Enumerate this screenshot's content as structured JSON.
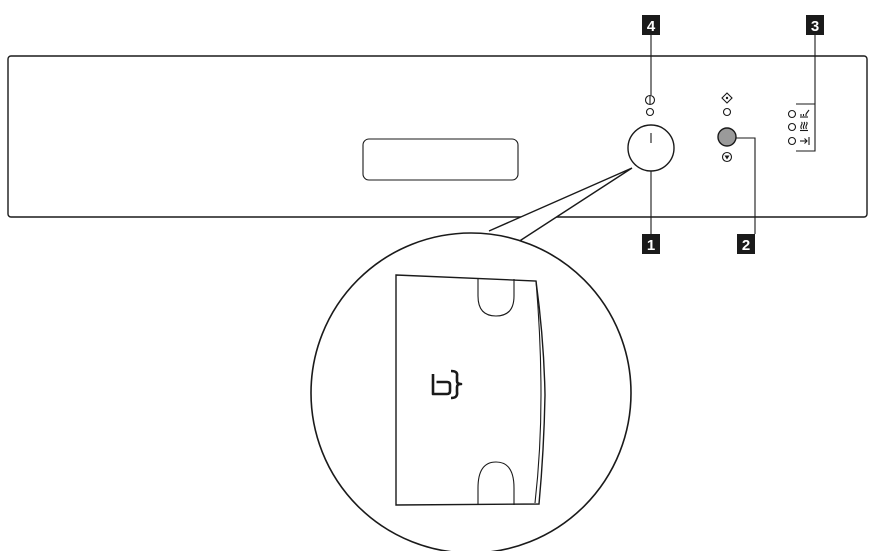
{
  "callouts": [
    {
      "id": "callout-1",
      "label": "1"
    },
    {
      "id": "callout-2",
      "label": "2"
    },
    {
      "id": "callout-3",
      "label": "3"
    },
    {
      "id": "callout-4",
      "label": "4"
    }
  ],
  "icons": {
    "power": "power-icon",
    "start": "start-icon",
    "cancel": "cancel-icon",
    "program_1": "wash-program-icon",
    "program_2": "dry-program-icon",
    "program_3": "end-program-icon",
    "detergent": "detergent-dispenser-icon"
  },
  "colors": {
    "line": "#1a1a1a",
    "badge": "#1a1a1a",
    "button_fill": "#9a9a9a"
  }
}
